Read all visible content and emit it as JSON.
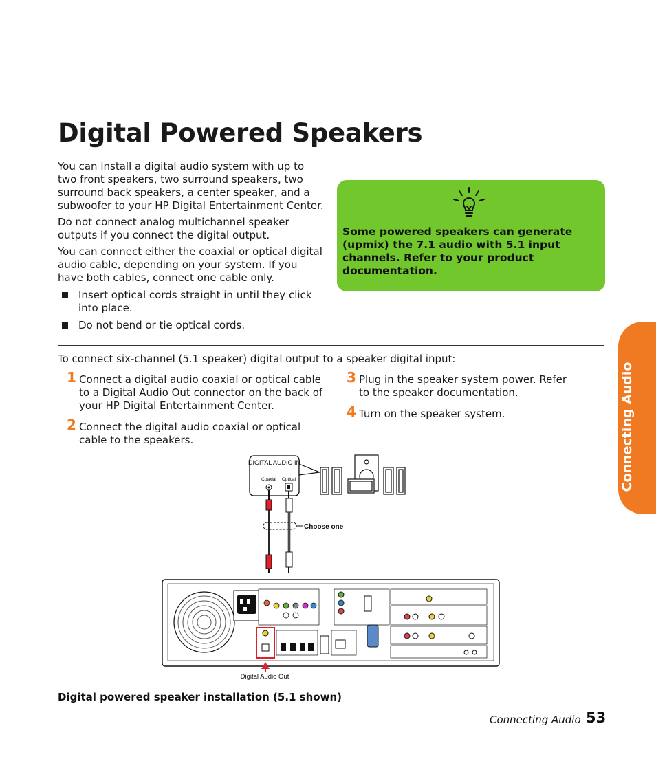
{
  "header": {
    "title": "Digital Powered Speakers"
  },
  "intro": {
    "p1": "You can install a digital audio system with up to two front speakers, two surround speakers, two surround back speakers, a center speaker, and a subwoofer to your HP Digital Entertainment Center.",
    "p2": "Do not connect analog multichannel speaker outputs if you connect the digital output.",
    "p3": "You can connect either the coaxial or optical digital audio cable, depending on your system. If you have both cables, connect one cable only.",
    "bullets": [
      "Insert optical cords straight in until they click into place.",
      "Do not bend or tie optical cords."
    ]
  },
  "tip": {
    "icon": "lightbulb-icon",
    "text": "Some powered speakers can generate (upmix) the 7.1 audio with 5.1 input channels. Refer to your product documentation."
  },
  "instructions": {
    "lead": "To connect six-channel (5.1 speaker) digital output to a speaker digital input:",
    "steps": [
      {
        "num": "1",
        "text": "Connect a digital audio coaxial or optical cable to a Digital Audio Out connector on the back of your HP Digital Entertainment Center."
      },
      {
        "num": "2",
        "text": "Connect the digital audio coaxial or optical cable to the speakers."
      },
      {
        "num": "3",
        "text": "Plug in the speaker system power. Refer to the speaker documentation."
      },
      {
        "num": "4",
        "text": "Turn on the speaker system."
      }
    ]
  },
  "diagram": {
    "digital_audio_in": "DIGITAL AUDIO IN",
    "coaxial": "Coaxial",
    "optical": "Optical",
    "choose_one": "Choose one",
    "digital_audio_out": "Digital Audio Out"
  },
  "caption": "Digital powered speaker installation (5.1 shown)",
  "side_tab": {
    "label": "Connecting Audio",
    "color": "#f07a22"
  },
  "footer": {
    "section": "Connecting Audio",
    "page": "53"
  },
  "colors": {
    "tip_green": "#72c72d",
    "accent_orange": "#f07a22",
    "highlight_red": "#e0202a"
  }
}
